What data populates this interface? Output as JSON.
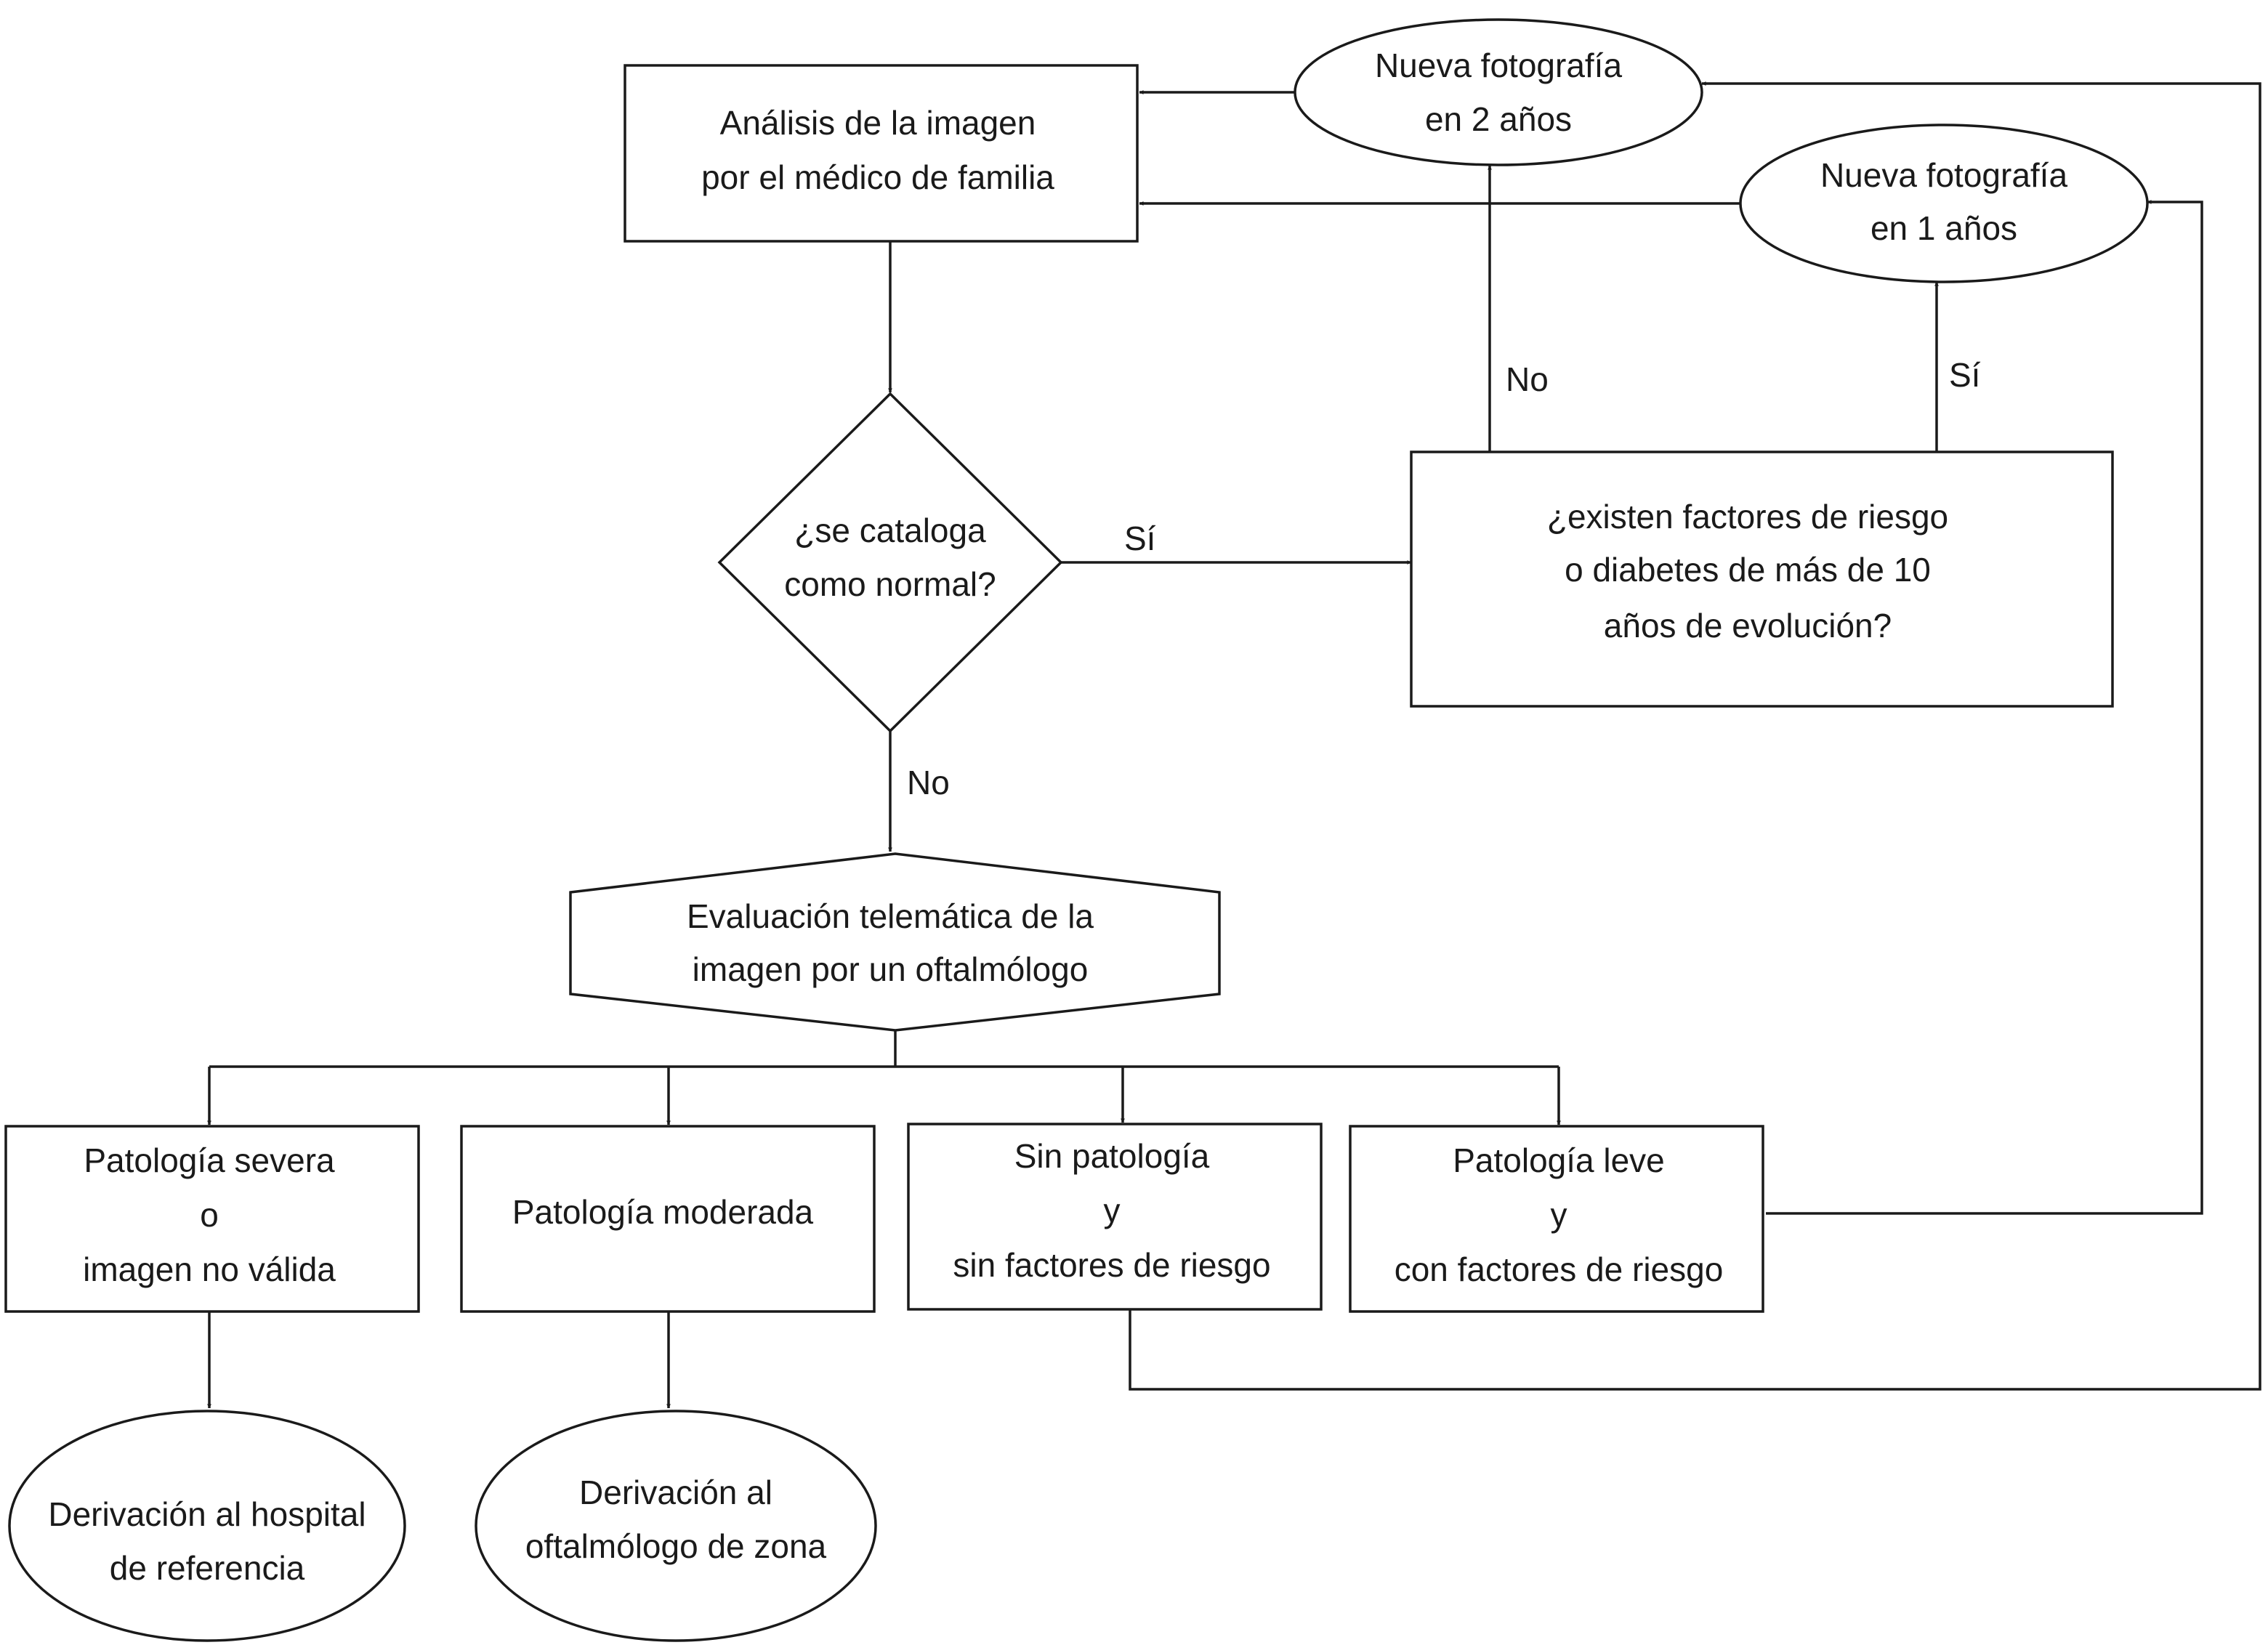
{
  "nodes": {
    "analisis": {
      "line1": "Análisis de la imagen",
      "line2": "por el médico de familia"
    },
    "foto2": {
      "line1": "Nueva fotografía",
      "line2": "en 2 años"
    },
    "foto1": {
      "line1": "Nueva fotografía",
      "line2": "en 1 años"
    },
    "normal": {
      "line1": "¿se cataloga",
      "line2": "como normal?"
    },
    "factores": {
      "line1": "¿existen factores de riesgo",
      "line2": "o diabetes de más de 10",
      "line3": "años de evolución?"
    },
    "evaluacion": {
      "line1": "Evaluación telemática de la",
      "line2": "imagen por un oftalmólogo"
    },
    "severa": {
      "line1": "Patología severa",
      "line2": "o",
      "line3": "imagen no válida"
    },
    "moderada": {
      "line1": "Patología moderada"
    },
    "sin": {
      "line1": "Sin patología",
      "line2": "y",
      "line3": "sin factores de riesgo"
    },
    "leve": {
      "line1": "Patología leve",
      "line2": "y",
      "line3": "con factores de riesgo"
    },
    "hospital": {
      "line1": "Derivación al hospital",
      "line2": "de referencia"
    },
    "zona": {
      "line1": "Derivación al",
      "line2": "oftalmólogo de zona"
    }
  },
  "edge_labels": {
    "no_top": "No",
    "si_top": "Sí",
    "si_mid": "Sí",
    "no_mid": "No"
  }
}
